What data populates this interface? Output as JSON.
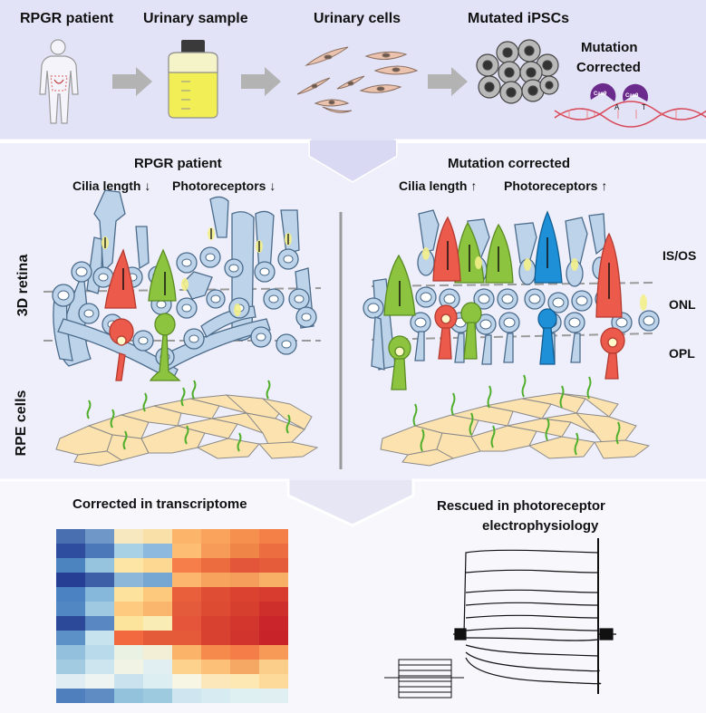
{
  "top": {
    "step1": "RPGR patient",
    "step2": "Urinary sample",
    "step3": "Urinary cells",
    "step4": "Mutated iPSCs",
    "step5_line1": "Mutation",
    "step5_line2": "Corrected",
    "cas9_label": "Cas9",
    "base_left": "A",
    "base_right": "T"
  },
  "middle": {
    "left_title": "RPGR patient",
    "left_sub_cilia": "Cilia length",
    "left_sub_photo": "Photoreceptors",
    "left_arrow": "↓",
    "right_title": "Mutation corrected",
    "right_sub_cilia": "Cilia length",
    "right_sub_photo": "Photoreceptors",
    "right_arrow": "↑",
    "row1": "3D retina",
    "row2": "RPE cells",
    "layer1": "IS/OS",
    "layer2": "ONL",
    "layer3": "OPL"
  },
  "bottom": {
    "left_title": "Corrected in transcriptome",
    "right_title_line1": "Rescued in photoreceptor",
    "right_title_line2": "electrophysiology"
  },
  "colors": {
    "top_bg": "#e3e3f7",
    "middle_bg": "#efeffb",
    "bottom_bg": "#f2f2fb",
    "rod": "#bcd3ea",
    "red_cone": "#ec5a4c",
    "green_cone": "#8cc43f",
    "blue_cone": "#1e90d8",
    "rpe": "#fbe2ae"
  },
  "heatmap": {
    "rows": [
      [
        "#4a6fb0",
        "#6f98c9",
        "#f7e8c0",
        "#f9dfa8",
        "#fbb46a",
        "#f9a35c",
        "#f6904f",
        "#f47f47"
      ],
      [
        "#2f4d9f",
        "#4a78b8",
        "#a9d1e6",
        "#8cb9dd",
        "#fdbd73",
        "#f79b58",
        "#f08548",
        "#ec6d3f"
      ],
      [
        "#4c84c0",
        "#96c3de",
        "#fde6a5",
        "#fdd892",
        "#f67e4b",
        "#ec6b3f",
        "#e35639",
        "#e55c3a"
      ],
      [
        "#263f94",
        "#3d5fa8",
        "#8cb7d9",
        "#75a7d2",
        "#fcb66d",
        "#f8a35d",
        "#f59e5b",
        "#f8b066"
      ],
      [
        "#4b82c2",
        "#86b8dc",
        "#fde29d",
        "#fdc97c",
        "#e95e3b",
        "#e04d35",
        "#db4230",
        "#d83c2f"
      ],
      [
        "#5187c3",
        "#9ec9e0",
        "#fdca7f",
        "#f9b66c",
        "#e35b3a",
        "#dd4b33",
        "#d63e2e",
        "#cf2f2b"
      ],
      [
        "#2c4898",
        "#5887c2",
        "#fde49d",
        "#f9ecb5",
        "#e5553a",
        "#d8402f",
        "#d3362c",
        "#c9252a"
      ],
      [
        "#5c91c8",
        "#c7e3ee",
        "#f2683f",
        "#e45b39",
        "#e55b3a",
        "#d8412f",
        "#d1342c",
        "#c9232a"
      ],
      [
        "#93c1dd",
        "#b8daea",
        "#eaf2e4",
        "#f3efd7",
        "#fbb36a",
        "#f6894c",
        "#f47d48",
        "#f79a58"
      ],
      [
        "#a2cbe2",
        "#cde5ef",
        "#f1f4e5",
        "#e2eff2",
        "#fcd28c",
        "#fdc079",
        "#f5a764",
        "#fbcf89"
      ],
      [
        "#e0eef3",
        "#edf4f2",
        "#c9e2ee",
        "#dceef2",
        "#f7f5e3",
        "#fbe7ba",
        "#fde8b4",
        "#fdda99"
      ],
      [
        "#4f7fbd",
        "#5e8cc3",
        "#93c2dd",
        "#9ecae0",
        "#cfe5ef",
        "#d7ecf2",
        "#def0f2",
        "#e0f0f2"
      ]
    ]
  }
}
